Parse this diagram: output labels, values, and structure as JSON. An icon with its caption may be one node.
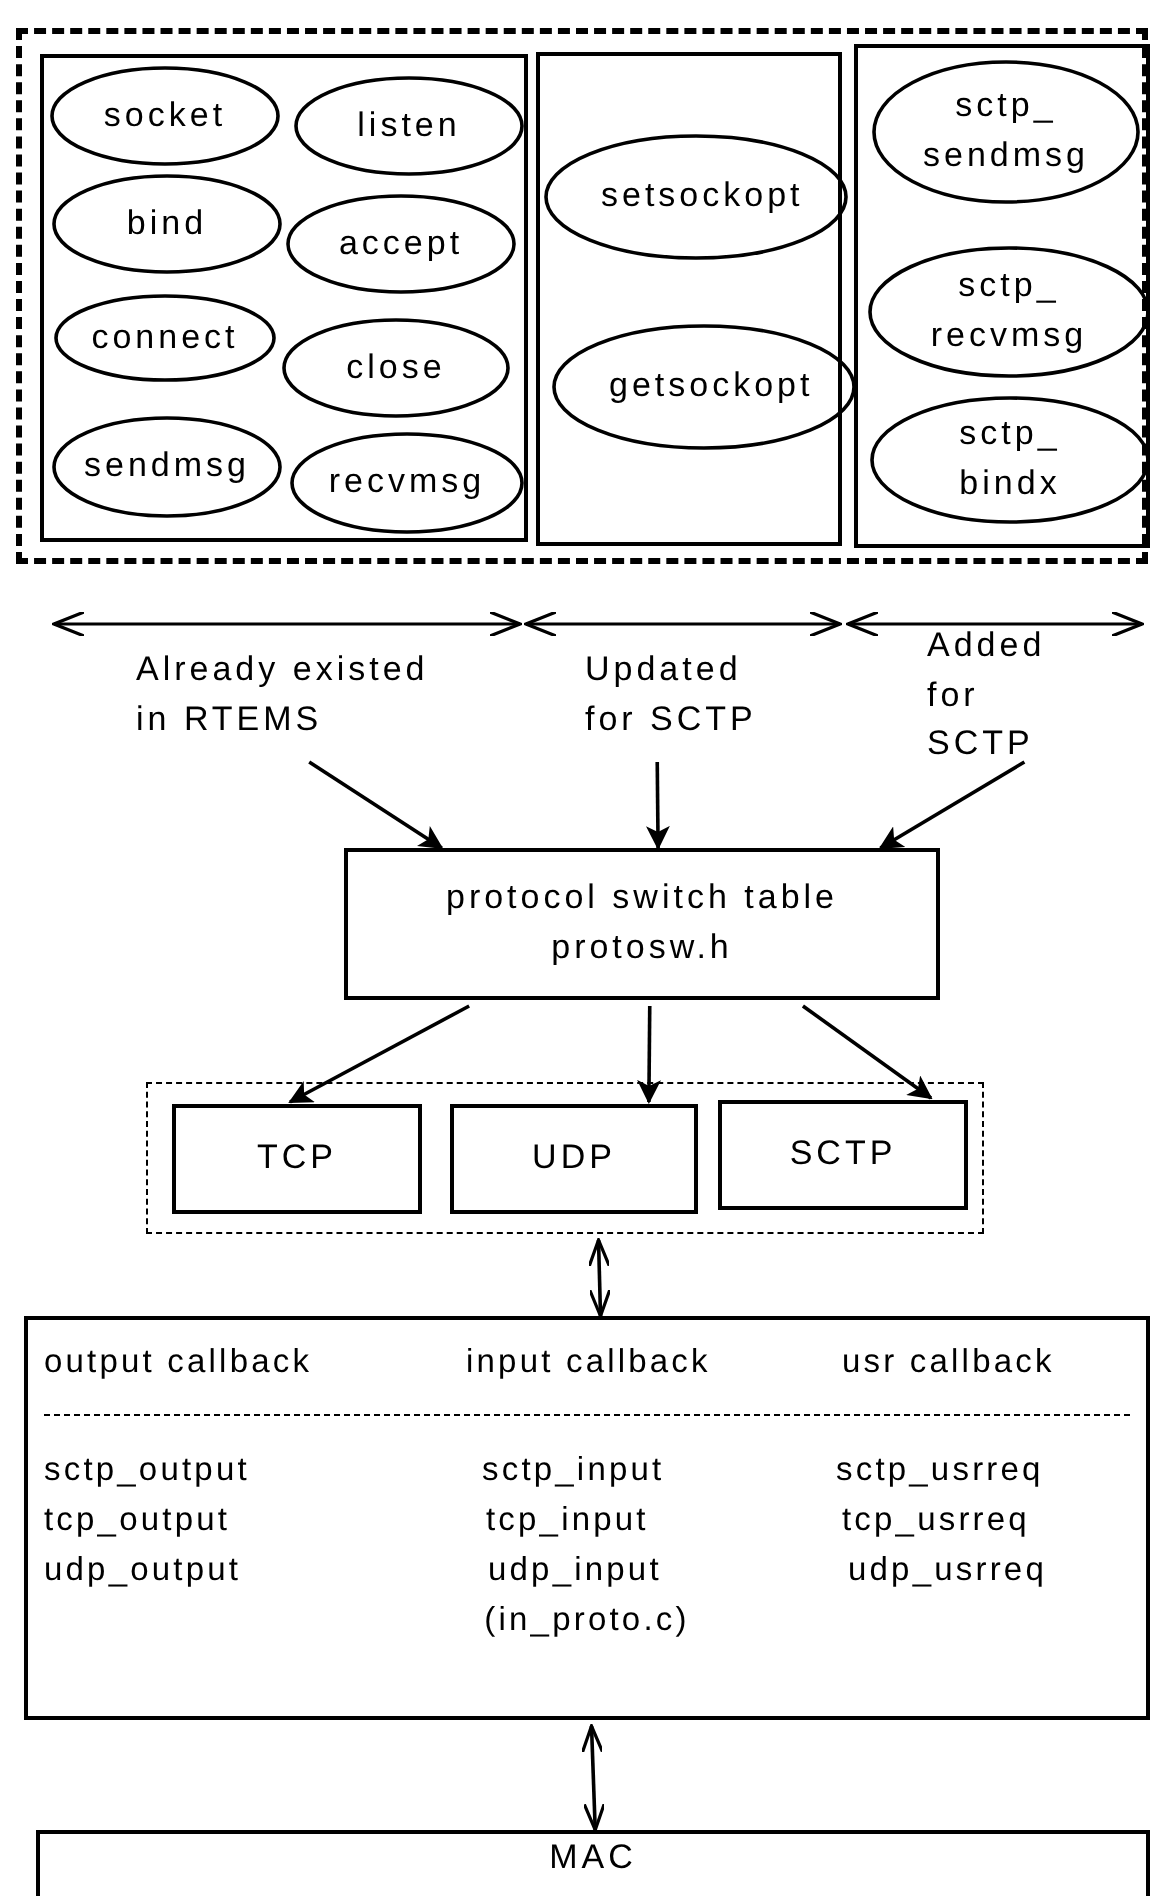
{
  "diagram": {
    "nodes": [
      {
        "text": [],
        "shape": "box"
      },
      {
        "text": [],
        "shape": "box",
        "in": 0
      },
      {
        "text": [
          "socket"
        ],
        "in": 1
      },
      {
        "text": [
          "listen"
        ],
        "in": 1
      },
      {
        "text": [
          "bind"
        ],
        "in": 1
      },
      {
        "text": [
          "accept"
        ],
        "in": 1
      },
      {
        "text": [
          "connect"
        ],
        "in": 1
      },
      {
        "text": [
          "close"
        ],
        "in": 1
      },
      {
        "text": [
          "sendmsg"
        ],
        "in": 1
      },
      {
        "text": [
          "recvmsg"
        ],
        "in": 1
      },
      {
        "text": [],
        "shape": "box",
        "in": 0
      },
      {
        "text": [
          "setsockopt"
        ],
        "in": 10
      },
      {
        "text": [
          "getsockopt"
        ],
        "in": 10
      },
      {
        "text": [],
        "shape": "box",
        "in": 0
      },
      {
        "text": [
          "sctp_ sendmsg"
        ],
        "in": 13
      },
      {
        "text": [
          "sctp_ recvmsg"
        ],
        "in": 13
      },
      {
        "text": [
          "sctp_ bindx"
        ],
        "in": 13
      },
      {
        "text": [
          "Already existed in RTEMS"
        ]
      },
      {
        "text": [
          "Updated for SCTP"
        ]
      },
      {
        "text": [
          "Added for SCTP"
        ]
      },
      {
        "text": [
          "protocol switch table",
          "protosw.h"
        ]
      },
      {
        "text": [],
        "shape": "box"
      },
      {
        "text": [
          "TCP"
        ],
        "in": 21
      },
      {
        "text": [
          "UDP"
        ],
        "in": 21
      },
      {
        "text": [
          "SCTP"
        ],
        "in": 21
      },
      {
        "text": [
          "output callback",
          "input callback",
          "usr callback",
          "sctp_output",
          "sctp_input",
          "sctp_usrreq",
          "tcp_output",
          "tcp_input",
          "tcp_usrreq",
          "udp_output",
          "udp_input",
          "udp_usrreq",
          "(in_proto.c)"
        ]
      },
      {
        "text": [
          "MAC"
        ]
      }
    ],
    "edges": [
      {
        "from": 17,
        "to": 20,
        "arrow": "to"
      },
      {
        "from": 18,
        "to": 20,
        "arrow": "to"
      },
      {
        "from": 19,
        "to": 20,
        "arrow": "to"
      },
      {
        "from": 20,
        "to": 22,
        "arrow": "to"
      },
      {
        "from": 20,
        "to": 23,
        "arrow": "to"
      },
      {
        "from": 20,
        "to": 24,
        "arrow": "to"
      },
      {
        "from": 21,
        "to": 25,
        "arrow": "both"
      },
      {
        "from": 25,
        "to": 26,
        "arrow": "both"
      }
    ]
  }
}
